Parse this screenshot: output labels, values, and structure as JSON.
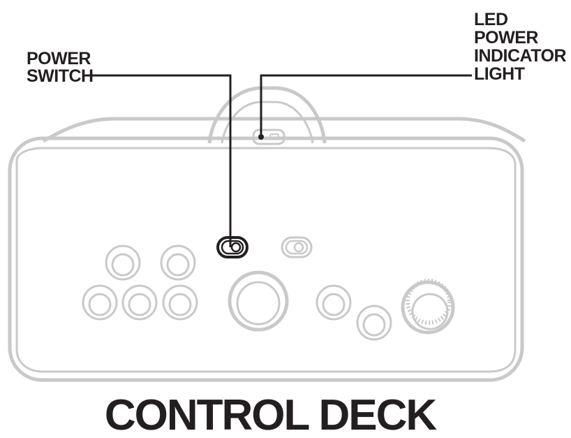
{
  "callouts": {
    "power_switch": [
      "POWER",
      "SWITCH"
    ],
    "led_indicator": [
      "LED",
      "POWER",
      "INDICATOR",
      "LIGHT"
    ]
  },
  "title": "CONTROL DECK",
  "colors": {
    "outline": "#c9c9c9",
    "highlight": "#231f20",
    "text": "#231f20"
  }
}
